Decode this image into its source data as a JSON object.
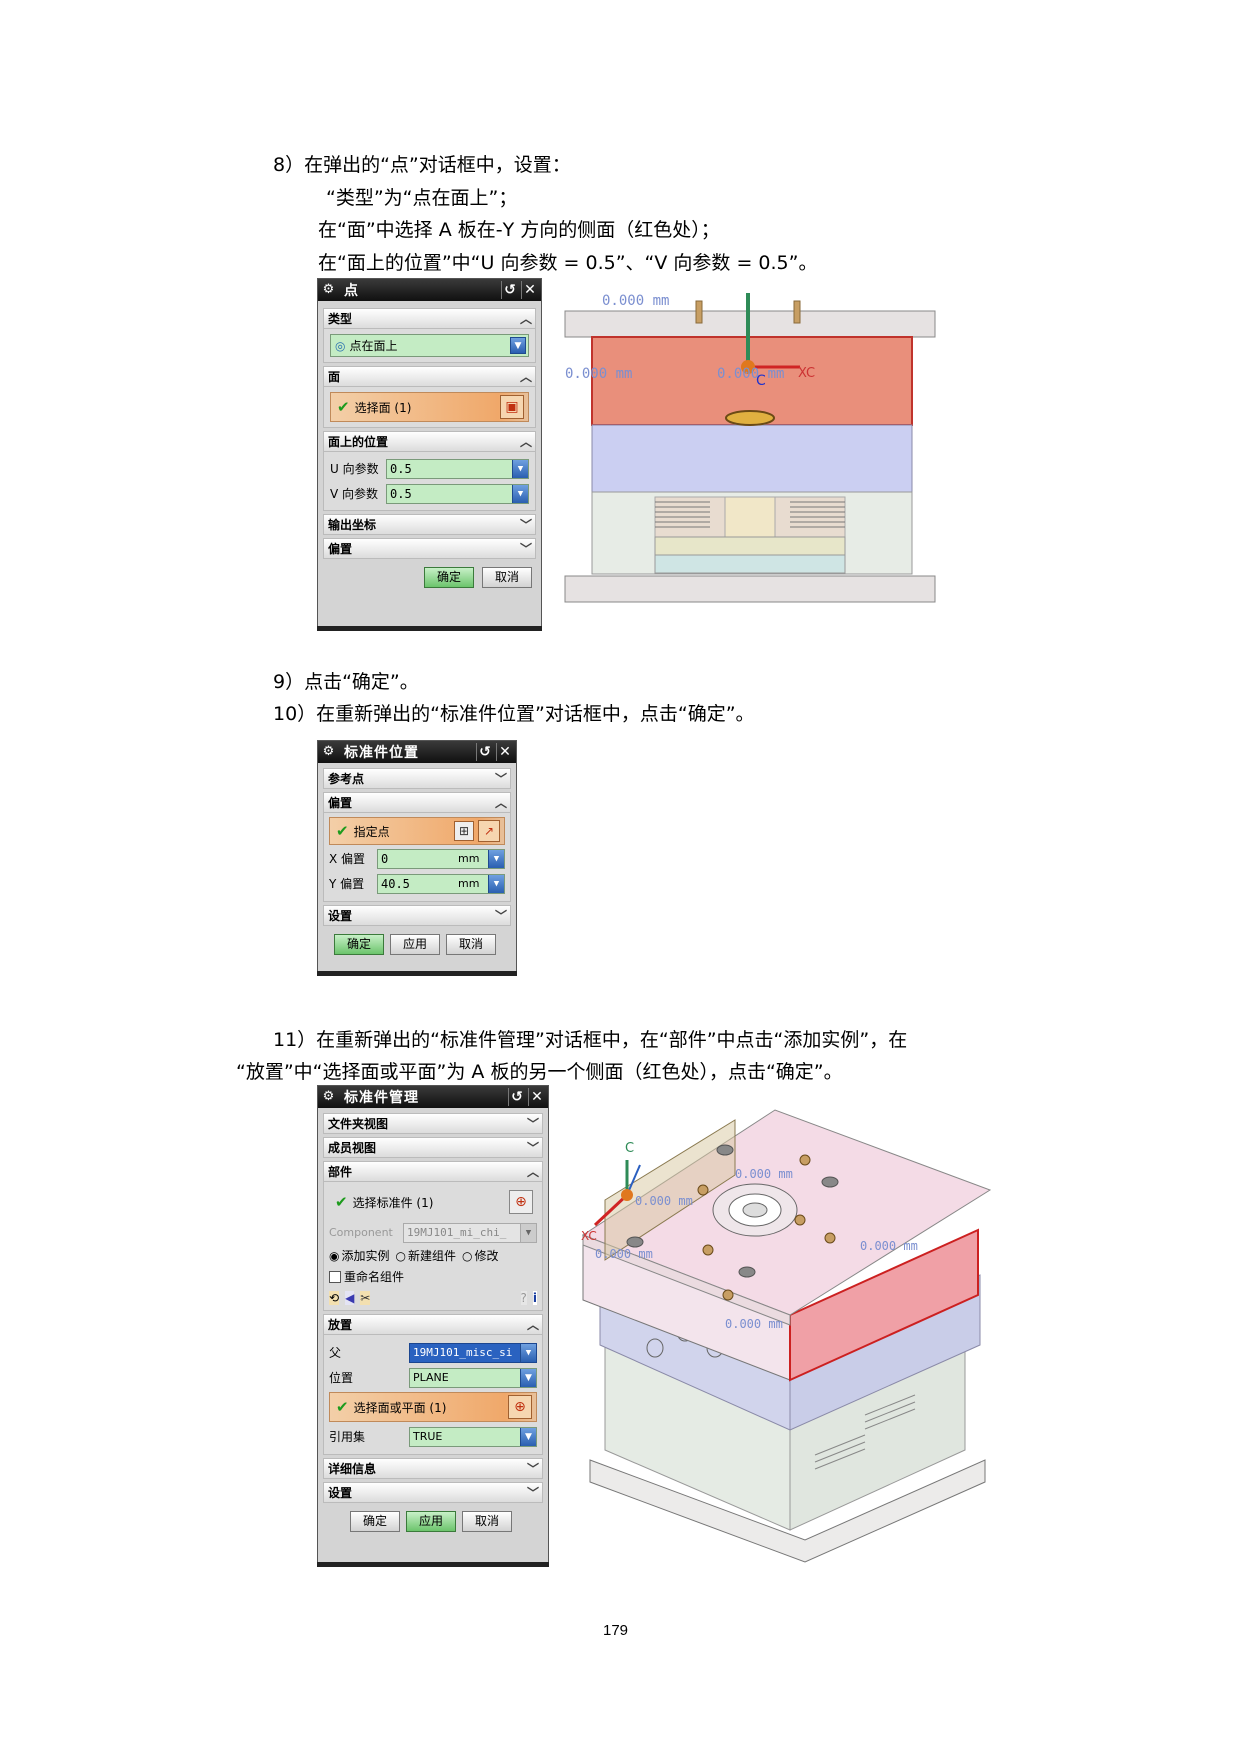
{
  "step8": {
    "line1": "8）在弹出的“点”对话框中，设置：",
    "line2": "“类型”为“点在面上”；",
    "line3": "在“面”中选择 A 板在-Y 方向的侧面（红色处）；",
    "line4": "在“面上的位置”中“U 向参数  = 0.5”、“V 向参数  = 0.5”。"
  },
  "point_dialog": {
    "title": "点",
    "type_section": "类型",
    "type_value": "点在面上",
    "face_section": "面",
    "select_face": "选择面 (1)",
    "position_section": "面上的位置",
    "u_label": "U 向参数",
    "u_value": "0.5",
    "v_label": "V 向参数",
    "v_value": "0.5",
    "output_section": "输出坐标",
    "offset_section": "偏置",
    "ok": "确定",
    "cancel": "取消"
  },
  "viewport1": {
    "dim_top": "0.000 mm",
    "dim_left": "0.000 mm",
    "dim_right": "0.000 mm",
    "axis_c": "C",
    "axis_xc": "XC"
  },
  "step9": "9）点击“确定”。",
  "step10": "10）在重新弹出的“标准件位置”对话框中，点击“确定”。",
  "position_dialog": {
    "title": "标准件位置",
    "ref_point": "参考点",
    "offset_section": "偏置",
    "specify_point": "指定点",
    "x_label": "X 偏置",
    "x_value": "0",
    "y_label": "Y 偏置",
    "y_value": "40.5",
    "unit": "mm",
    "settings": "设置",
    "ok": "确定",
    "apply": "应用",
    "cancel": "取消"
  },
  "step11": {
    "line1": "11）在重新弹出的“标准件管理”对话框中，在“部件”中点击“添加实例”，在",
    "line2": "“放置”中“选择面或平面”为 A 板的另一个侧面（红色处），点击“确定”。"
  },
  "manage_dialog": {
    "title": "标准件管理",
    "folder_view": "文件夹视图",
    "member_view": "成员视图",
    "part_section": "部件",
    "select_std": "选择标准件 (1)",
    "component_label": "Component",
    "component_value": "19MJ101_mi_chi_",
    "radio_add": "添加实例",
    "radio_new": "新建组件",
    "radio_modify": "修改",
    "rename": "重命名组件",
    "placement_section": "放置",
    "parent_label": "父",
    "parent_value": "19MJ101_misc_si",
    "position_label": "位置",
    "position_value": "PLANE",
    "select_face_plane": "选择面或平面 (1)",
    "refset_label": "引用集",
    "refset_value": "TRUE",
    "details": "详细信息",
    "settings": "设置",
    "ok": "确定",
    "apply": "应用",
    "cancel": "取消"
  },
  "viewport2": {
    "dim1": "0.000 mm",
    "dim2": "0.000 mm",
    "dim3": "0.000 mm",
    "dim4": "0.000 mm",
    "dim5": "0.000 mm",
    "axis_c": "C",
    "axis_xc": "XC"
  },
  "page_number": "179"
}
